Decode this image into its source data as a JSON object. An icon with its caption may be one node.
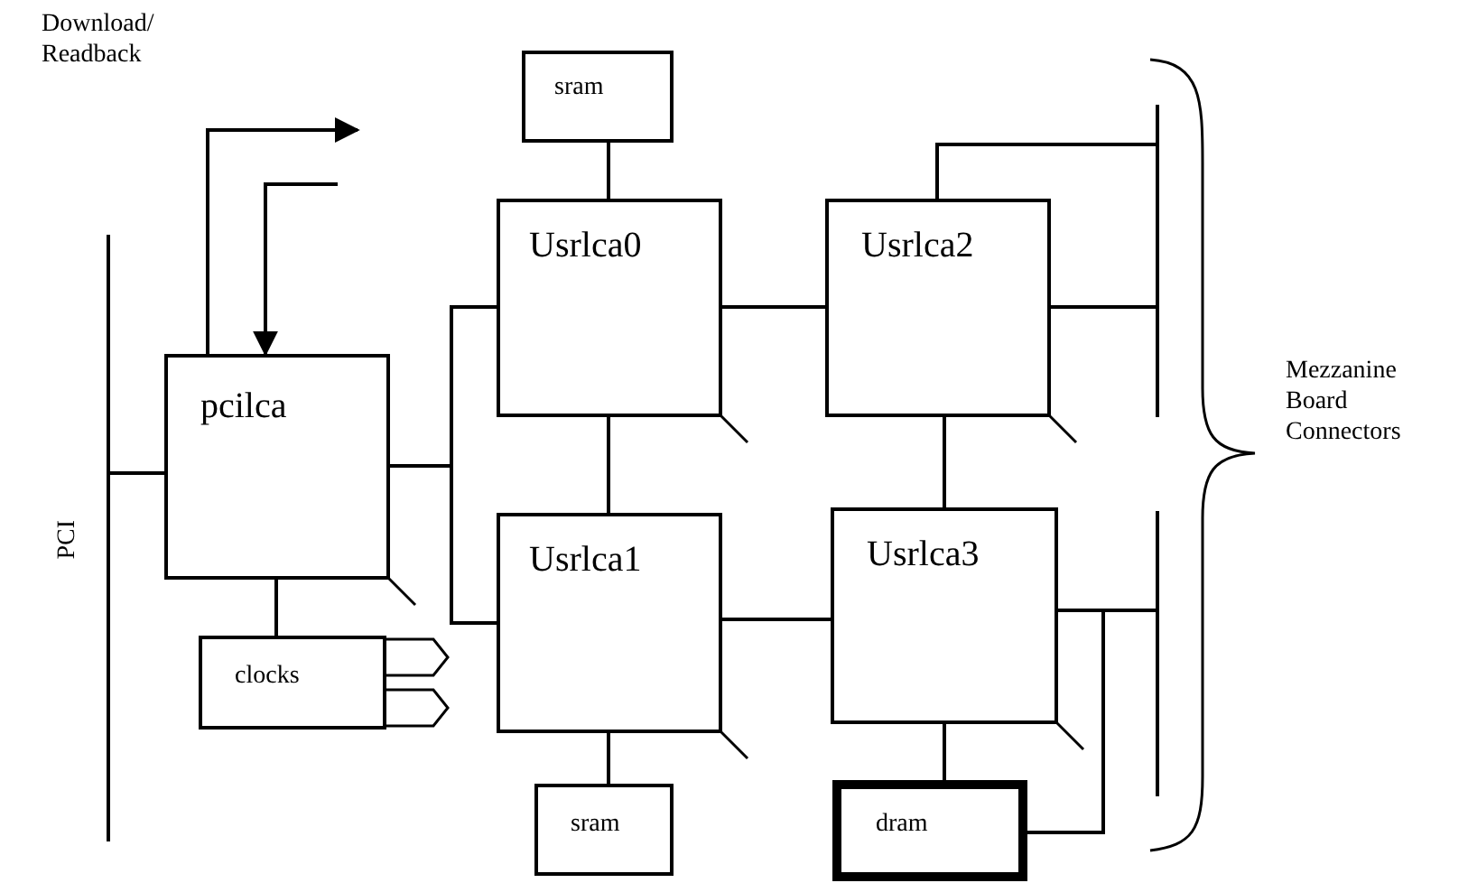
{
  "diagram": {
    "nodes": [
      {
        "text": [
          "pcilca"
        ]
      },
      {
        "text": [
          "sram"
        ]
      },
      {
        "text": [
          "Usrlca0"
        ]
      },
      {
        "text": [
          "Usrlca2"
        ]
      },
      {
        "text": [
          "Usrlca1"
        ]
      },
      {
        "text": [
          "Usrlca3"
        ]
      },
      {
        "text": [
          "clocks"
        ]
      },
      {
        "text": [
          "sram"
        ]
      },
      {
        "text": [
          "dram"
        ]
      },
      {
        "text": [],
        "shape": "bar",
        "beside": [
          "PCI"
        ]
      },
      {
        "text": [],
        "shape": "bar"
      },
      {
        "text": [],
        "shape": "bar"
      }
    ],
    "edges": [
      {
        "from": 0,
        "to": null,
        "arrow": "to"
      },
      {
        "from": null,
        "to": 0,
        "arrow": "to"
      },
      {
        "from": 9,
        "to": 0,
        "arrow": "none"
      },
      {
        "from": 0,
        "to": 2,
        "arrow": "none"
      },
      {
        "from": 0,
        "to": 4,
        "arrow": "none"
      },
      {
        "from": 1,
        "to": 2,
        "arrow": "none"
      },
      {
        "from": 2,
        "to": 3,
        "arrow": "none"
      },
      {
        "from": 2,
        "to": 4,
        "arrow": "none"
      },
      {
        "from": 3,
        "to": 10,
        "arrow": "none"
      },
      {
        "from": 3,
        "to": 10,
        "arrow": "none"
      },
      {
        "from": 3,
        "to": 5,
        "arrow": "none"
      },
      {
        "from": 4,
        "to": 5,
        "arrow": "none"
      },
      {
        "from": 5,
        "to": 11,
        "arrow": "none"
      },
      {
        "from": 8,
        "to": 11,
        "arrow": "none"
      },
      {
        "from": 5,
        "to": 8,
        "arrow": "none"
      },
      {
        "from": 0,
        "to": 6,
        "arrow": "none"
      },
      {
        "from": 4,
        "to": 7,
        "arrow": "none"
      }
    ],
    "labels": [
      "Download/ Readback",
      "Mezzanine Board Connectors"
    ]
  }
}
